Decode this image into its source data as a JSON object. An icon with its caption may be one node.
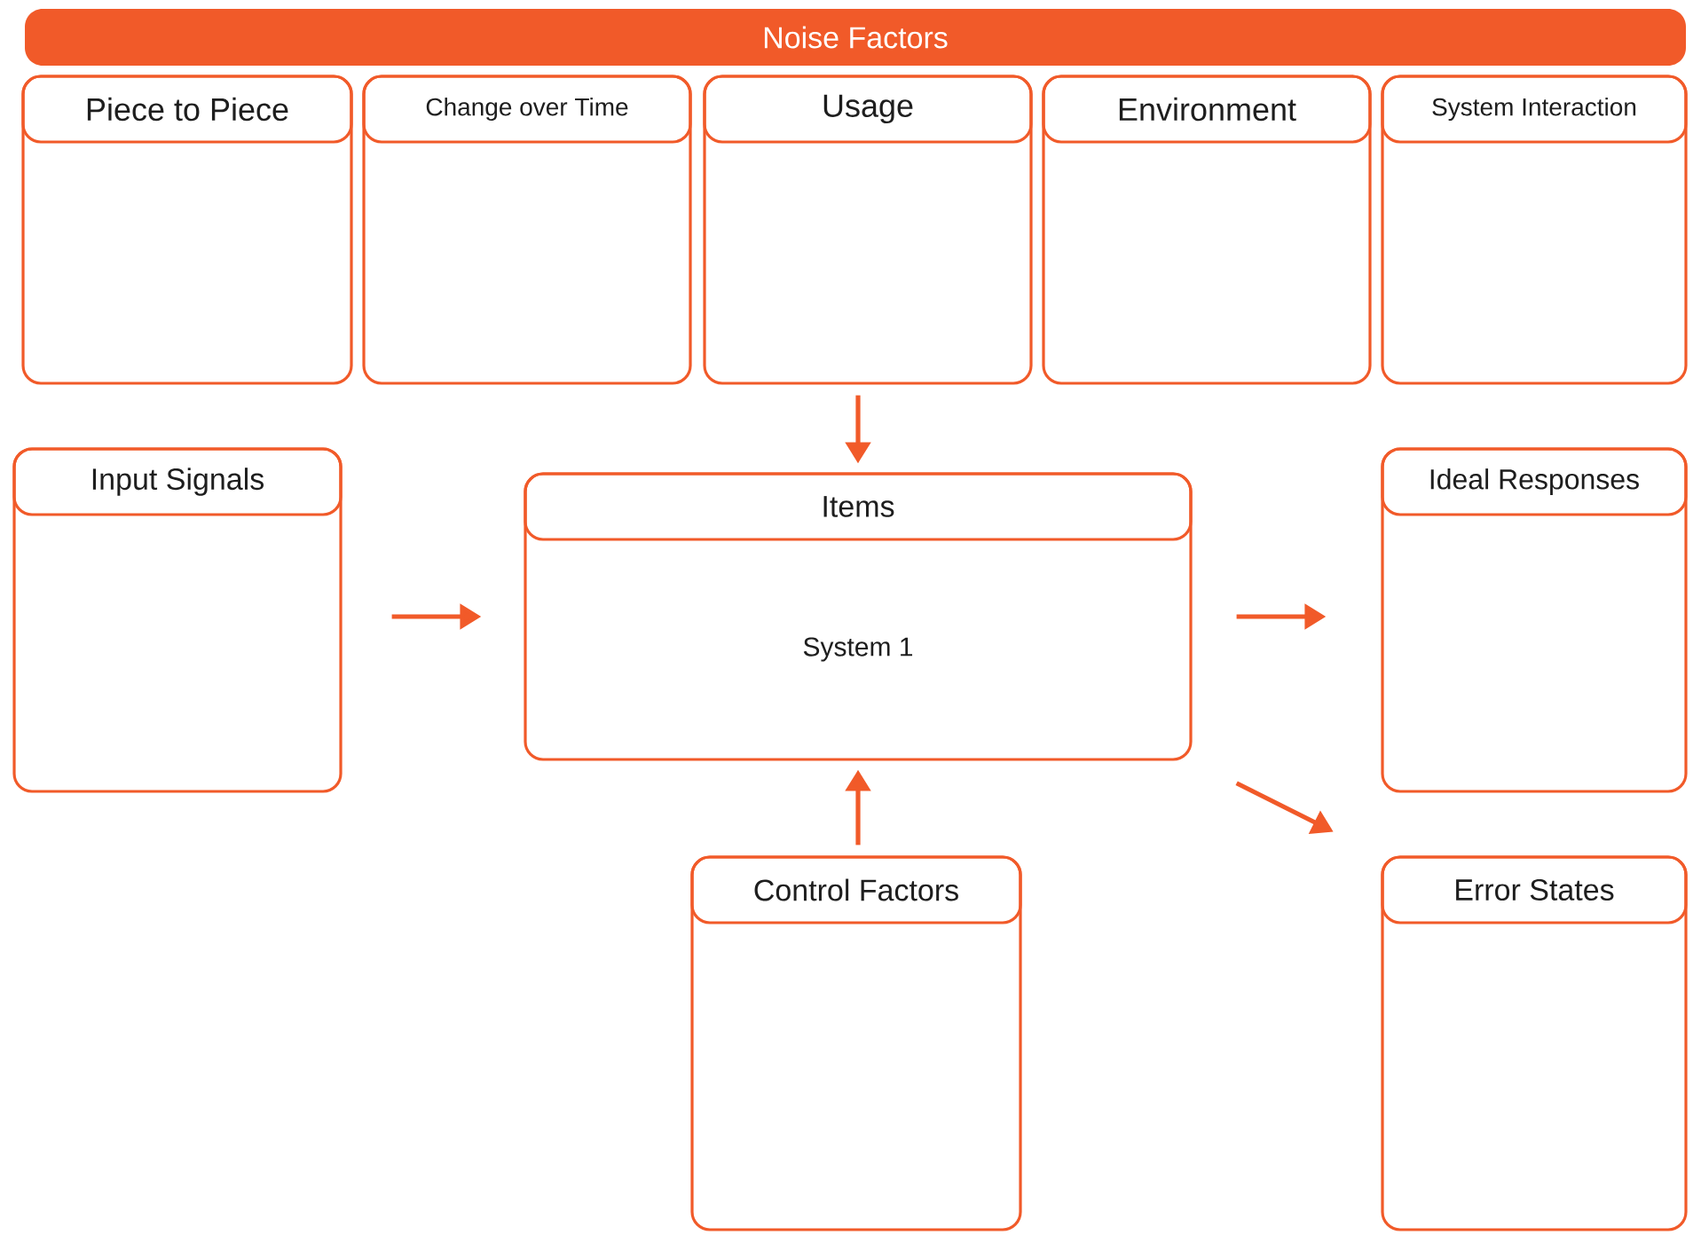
{
  "diagram": {
    "nodes": [
      {
        "text": [
          "Noise Factors"
        ]
      },
      {
        "text": [
          "Piece to Piece"
        ]
      },
      {
        "text": [
          "Change over Time"
        ]
      },
      {
        "text": [
          "Usage"
        ]
      },
      {
        "text": [
          "Environment"
        ]
      },
      {
        "text": [
          "System Interaction"
        ]
      },
      {
        "text": [
          "Input Signals"
        ]
      },
      {
        "text": [
          "Items",
          "System 1"
        ]
      },
      {
        "text": [
          "Ideal Responses"
        ]
      },
      {
        "text": [
          "Control Factors"
        ]
      },
      {
        "text": [
          "Error States"
        ]
      }
    ],
    "edges": [
      {
        "from": 3,
        "to": 7,
        "arrow": "to"
      },
      {
        "from": 6,
        "to": 7,
        "arrow": "to"
      },
      {
        "from": 7,
        "to": 8,
        "arrow": "to"
      },
      {
        "from": 9,
        "to": 7,
        "arrow": "to"
      },
      {
        "from": 7,
        "to": 10,
        "arrow": "to"
      }
    ]
  }
}
